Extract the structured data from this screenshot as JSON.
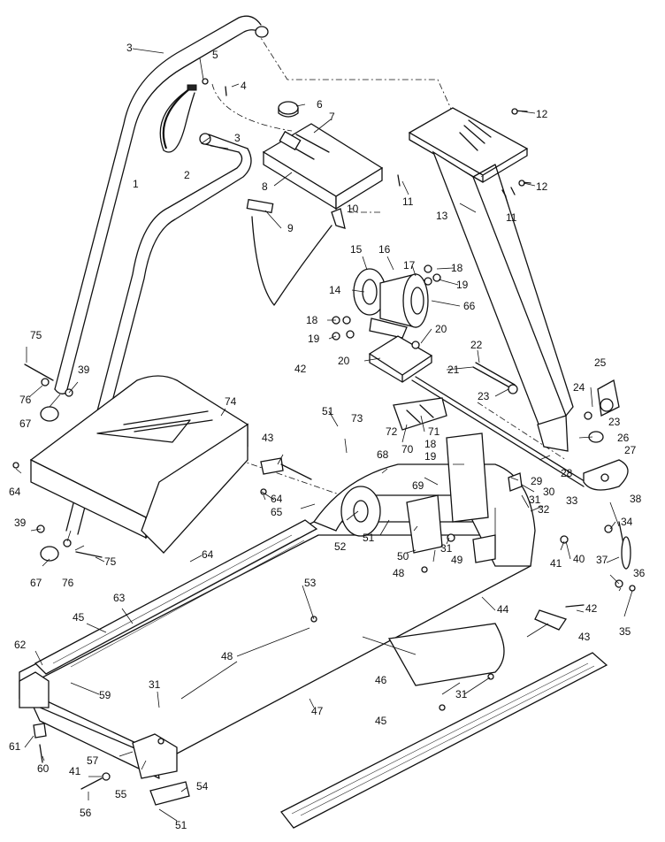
{
  "diagram": {
    "callouts": {
      "c1": "1",
      "c2": "2",
      "c3a": "3",
      "c3b": "3",
      "c4": "4",
      "c5": "5",
      "c6": "6",
      "c7": "7",
      "c8": "8",
      "c9": "9",
      "c10": "10",
      "c11a": "11",
      "c11b": "11",
      "c12a": "12",
      "c12b": "12",
      "c13": "13",
      "c14": "14",
      "c15": "15",
      "c16": "16",
      "c17": "17",
      "c18a": "18",
      "c18b": "18",
      "c18c": "18",
      "c19a": "19",
      "c19b": "19",
      "c19c": "19",
      "c20a": "20",
      "c20b": "20",
      "c21": "21",
      "c22": "22",
      "c23a": "23",
      "c23b": "23",
      "c24": "24",
      "c25": "25",
      "c26": "26",
      "c27": "27",
      "c28": "28",
      "c29": "29",
      "c30": "30",
      "c31a": "31",
      "c31b": "31",
      "c31c": "31",
      "c31d": "31",
      "c32": "32",
      "c33": "33",
      "c34": "34",
      "c35": "35",
      "c36": "36",
      "c37": "37",
      "c38": "38",
      "c39a": "39",
      "c39b": "39",
      "c40": "40",
      "c41a": "41",
      "c41b": "41",
      "c42a": "42",
      "c42b": "42",
      "c43a": "43",
      "c43b": "43",
      "c44": "44",
      "c45a": "45",
      "c45b": "45",
      "c46": "46",
      "c47": "47",
      "c48a": "48",
      "c48b": "48",
      "c49": "49",
      "c50": "50",
      "c51a": "51",
      "c51b": "51",
      "c51c": "51",
      "c52": "52",
      "c53": "53",
      "c54": "54",
      "c55": "55",
      "c56": "56",
      "c57": "57",
      "c59": "59",
      "c60": "60",
      "c61": "61",
      "c62": "62",
      "c63": "63",
      "c64a": "64",
      "c64b": "64",
      "c64c": "64",
      "c65": "65",
      "c66": "66",
      "c67a": "67",
      "c67b": "67",
      "c68": "68",
      "c69": "69",
      "c70": "70",
      "c71": "71",
      "c72": "72",
      "c73": "73",
      "c74": "74",
      "c75a": "75",
      "c75b": "75",
      "c76a": "76",
      "c76b": "76"
    }
  }
}
